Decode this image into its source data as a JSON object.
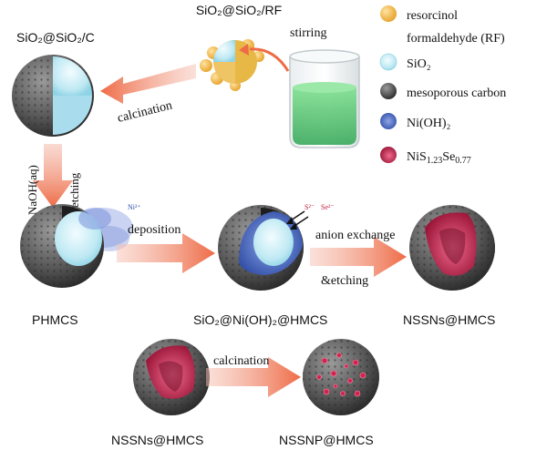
{
  "labels": {
    "sio2_sio2_rf": "SiO₂@SiO₂/RF",
    "sio2_sio2_c": "SiO₂@SiO₂/C",
    "phmcs": "PHMCS",
    "sio2_nioh2_hmcs": "SiO₂@Ni(OH)₂@HMCS",
    "nssns_hmcs_top": "NSSNs@HMCS",
    "nssns_hmcs_bottom": "NSSNs@HMCS",
    "nssnp_hmcs": "NSSNP@HMCS"
  },
  "arrows": {
    "stirring": "stirring",
    "calcination_top": "calcination",
    "naoh": "NaOH(aq)",
    "etching": "etching",
    "deposition": "deposition",
    "anion_exchange": "anion exchange",
    "and_etching": "&etching",
    "calcination_bottom": "calcination"
  },
  "ions": {
    "ni2": "Ni²⁺",
    "s2": "S²⁻",
    "se2": "Se²⁻"
  },
  "legend": {
    "items": [
      {
        "text": "resorcinol",
        "color": "#f2b84b"
      },
      {
        "text": "formaldehyde (RF)",
        "color": ""
      },
      {
        "text": "SiO₂",
        "color": "#bfe9f3"
      },
      {
        "text": "mesoporous carbon",
        "color": "#8a8a8a"
      },
      {
        "text": "Ni(OH)₂",
        "color": "#4a68b8"
      },
      {
        "text": "NiS",
        "sub1": "1.23",
        "mid": "Se",
        "sub2": "0.77",
        "color": "#d0244f"
      }
    ]
  },
  "colors": {
    "arrow": "#ee6b46",
    "carbon": "#5a5a5a",
    "silica": "#cfeff6",
    "nickel_hydroxide": "#4a68b8",
    "selenide": "#d0244f",
    "solution": "#4fc66e"
  }
}
